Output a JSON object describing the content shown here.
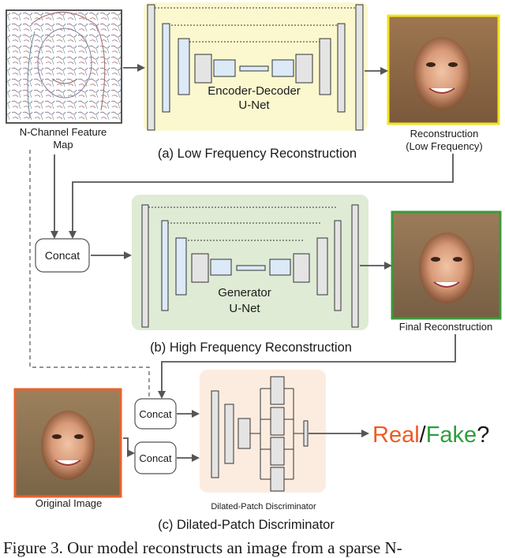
{
  "inputs": {
    "feature_map_label_line1": "N-Channel Feature",
    "feature_map_label_line2": "Map",
    "original_image_label": "Original Image"
  },
  "low_freq": {
    "net_label_line1": "Encoder-Decoder",
    "net_label_line2": "U-Net",
    "section_title": "(a) Low Frequency Reconstruction",
    "output_label_line1": "Reconstruction",
    "output_label_line2": "(Low Frequency)"
  },
  "high_freq": {
    "net_label_line1": "Generator",
    "net_label_line2": "U-Net",
    "section_title": "(b) High Frequency Reconstruction",
    "output_label": "Final Reconstruction"
  },
  "concat": {
    "label": "Concat"
  },
  "discriminator": {
    "inner_label": "Dilated-Patch Discriminator",
    "section_title": "(c) Dilated-Patch Discriminator",
    "output_real": "Real",
    "output_sep": "/",
    "output_fake": "Fake",
    "output_q": "?"
  },
  "caption": "Figure 3. Our model reconstructs an image from a sparse N-",
  "colors": {
    "low_freq_bg": "#fbf8cf",
    "high_freq_bg": "#dfebd5",
    "disc_bg": "#fcece0",
    "recon_border": "#f2e21e",
    "final_border": "#3b9a3b",
    "original_border": "#e8622c",
    "real": "#ee5a24",
    "fake": "#2e9e3c",
    "block_fill": "#e4e4e4",
    "block_blue": "#dce9f7"
  }
}
